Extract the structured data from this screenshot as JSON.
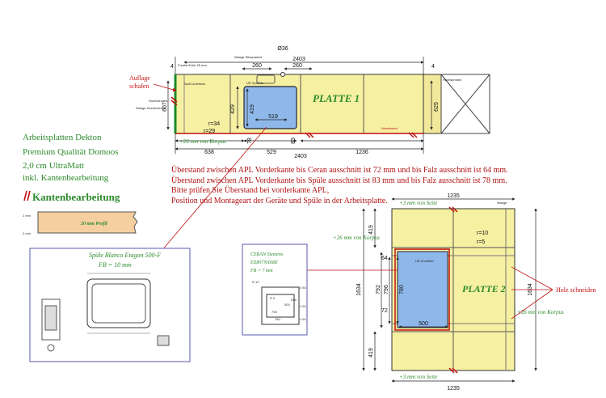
{
  "info": {
    "lines": [
      "Arbeitsplatten Dekton",
      "Premium Qualität Domoos",
      "2,0 cm UltraMatt",
      "inkl. Kantenbearbeitung"
    ],
    "kanten_title": "Kantenbearbeitung",
    "profile_label": "20 mm Profil",
    "profile_mm_top": "2 mm",
    "profile_mm_bottom": "2 mm"
  },
  "notes": [
    "Überstand zwischen APL Vorderkante bis Ceran ausschnitt ist 72 mm und bis Falz ausschnitt ist 64 mm.",
    "Überstand zwischen APL Vorderkante bis Spüle ausschnitt ist 83 mm und bis Falz ausschnitt ist 78 mm.",
    "Bitte prüfen Sie Überstand bei vorderkante APL,",
    "Position und Montageart der Geräte und Spüle in der Arbeitsplatte."
  ],
  "plate1": {
    "label": "PLATTE 1",
    "top_total": "2403",
    "bottom_total": "2403",
    "dim_d36": "Ø36",
    "dim_260a": "260",
    "dim_260b": "260",
    "dim_4_left": "4",
    "dim_4_right": "4",
    "dim_607": "607",
    "dim_625": "625",
    "dim_429": "429",
    "dim_419": "419",
    "dim_519": "519",
    "dim_78": "78",
    "dim_83": "83",
    "dim_638": "638",
    "dim_529": "529",
    "dim_1236": "1236",
    "r34": "r=34",
    "r29": "r=29",
    "korpus": "+26 mm von Korpus",
    "auflage1": "Auflage",
    "auflage2": "schafen",
    "small_front": "Frontst.Ecke 25 mm",
    "small_wange": "Wange Sitzquadrat",
    "small_spuel": "Spül-Unterbau",
    "small_unter": "UR SpülAbr",
    "small_hochschrank_l": "Hochschrank",
    "small_wange_l": "Wange Hochschrank",
    "small_hochschrank_r": "Hochschrank",
    "small_wand": "Wandwand"
  },
  "plate2": {
    "label": "PLATTE 2",
    "top_total": "1235",
    "bottom_total": "1235",
    "seite_top": "+3 mm von Seite",
    "seite_bottom": "+3 mm von Seite",
    "korpus_left": "+26 mm von Korpus",
    "korpus_right": "+26 mm von Korpus",
    "dim_1634_left": "1634",
    "dim_1634_right": "1634",
    "dim_419_top": "419",
    "dim_419_bottom": "419",
    "dim_792": "792",
    "dim_796": "796",
    "dim_780": "780",
    "dim_64": "64",
    "dim_72": "72",
    "dim_500": "500",
    "r10": "r=10",
    "r5": "r=5",
    "small_wange": "Wange",
    "small_ur": "UR Kochfeld",
    "holz": "Holz schneiden"
  },
  "sink_box": {
    "title": "Spüle Blanco Etagon 500-F",
    "fb": "FB = 10 mm"
  },
  "ceran_box": {
    "title1": "CERAN Siemens",
    "title2": "EX807NX68E",
    "fb": "FB = 7 mm",
    "r10": "R 10",
    "r5": "R 5",
    "d1": "796",
    "d2": "780",
    "d3": "500",
    "d4": "516",
    "s1": "≥ 50",
    "s2": "≥ 50",
    "s3": "≥ 50"
  }
}
